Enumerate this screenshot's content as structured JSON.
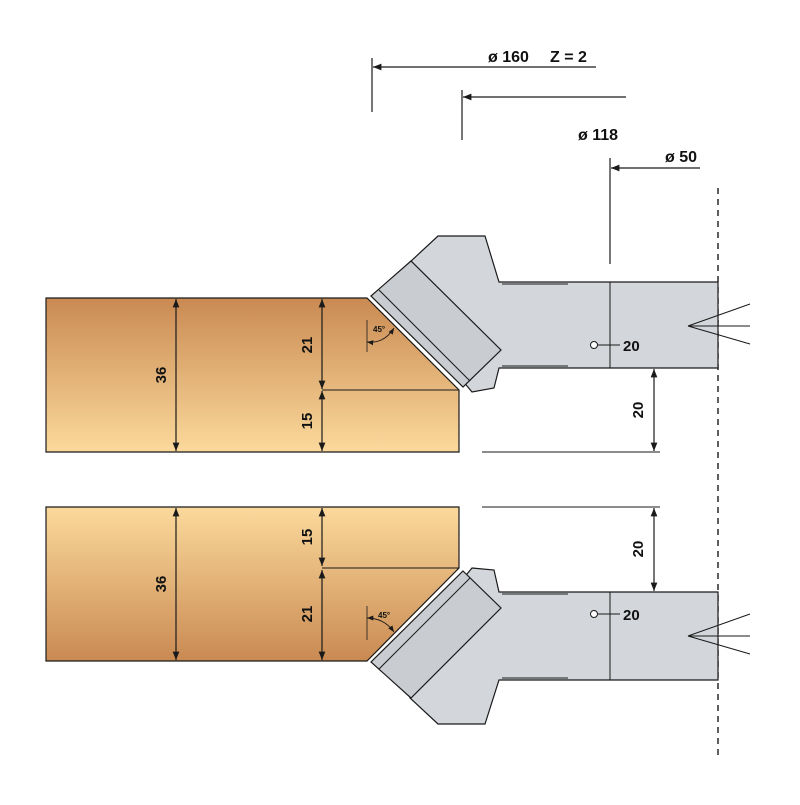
{
  "colors": {
    "wood_dark": "#c98a52",
    "wood_light": "#fbd99c",
    "tool_body": "#d3d6db",
    "line": "#1a1a1a"
  },
  "labels": {
    "diameter_160": "ø 160",
    "z_count": "Z = 2",
    "diameter_118": "ø 118",
    "diameter_50": "ø 50"
  },
  "top_profile": {
    "total_height": "36",
    "upper_height": "21",
    "lower_height": "15",
    "angle": "45°",
    "bore_offset": "20",
    "vertical_offset": "20"
  },
  "bottom_profile": {
    "total_height": "36",
    "upper_height": "15",
    "lower_height": "21",
    "angle": "45°",
    "bore_offset": "20",
    "vertical_offset": "20"
  }
}
